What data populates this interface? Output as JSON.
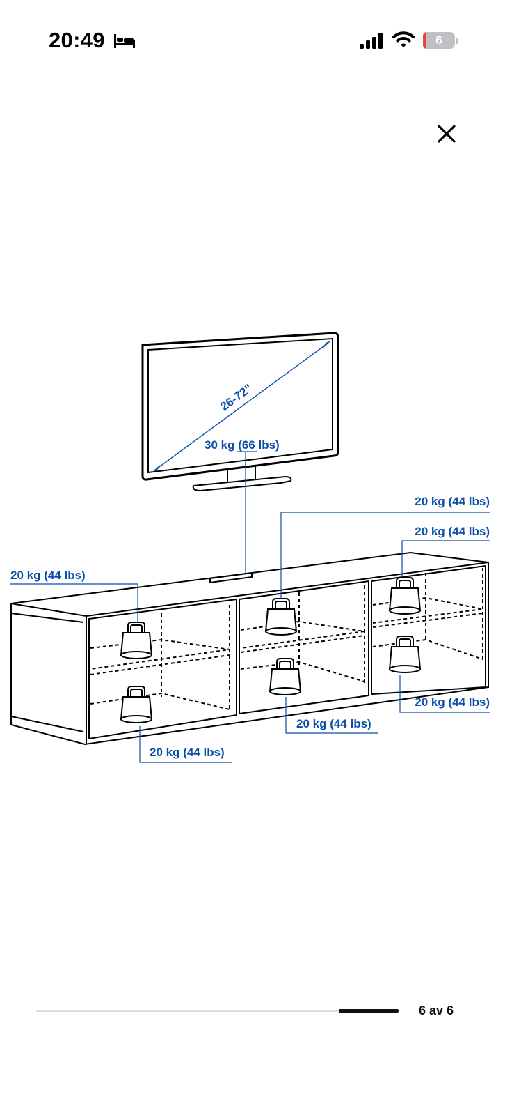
{
  "status_bar": {
    "time": "20:49",
    "focus_icon": "bed-icon",
    "signal_icon": "cellular-signal-icon",
    "wifi_icon": "wifi-icon",
    "battery_level": "6",
    "battery_color": "#e8453c"
  },
  "viewer": {
    "close_icon": "close-icon",
    "page_counter": "6 av 6",
    "current_page": 6,
    "total_pages": 6
  },
  "diagram": {
    "accent_color": "#0a4fa8",
    "tv_size_label": "26-72\"",
    "tv_load_label": "30 kg (66 lbs)",
    "shelf_labels": [
      "20 kg (44 lbs)",
      "20 kg (44 lbs)",
      "20 kg (44 lbs)",
      "20 kg (44 lbs)",
      "20 kg (44 lbs)",
      "20 kg (44 lbs)"
    ]
  }
}
